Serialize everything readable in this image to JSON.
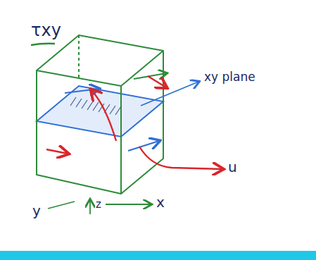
{
  "diagram": {
    "labels": [
      "τxy",
      "xy plane",
      "u",
      "y",
      "z",
      "x"
    ]
  }
}
